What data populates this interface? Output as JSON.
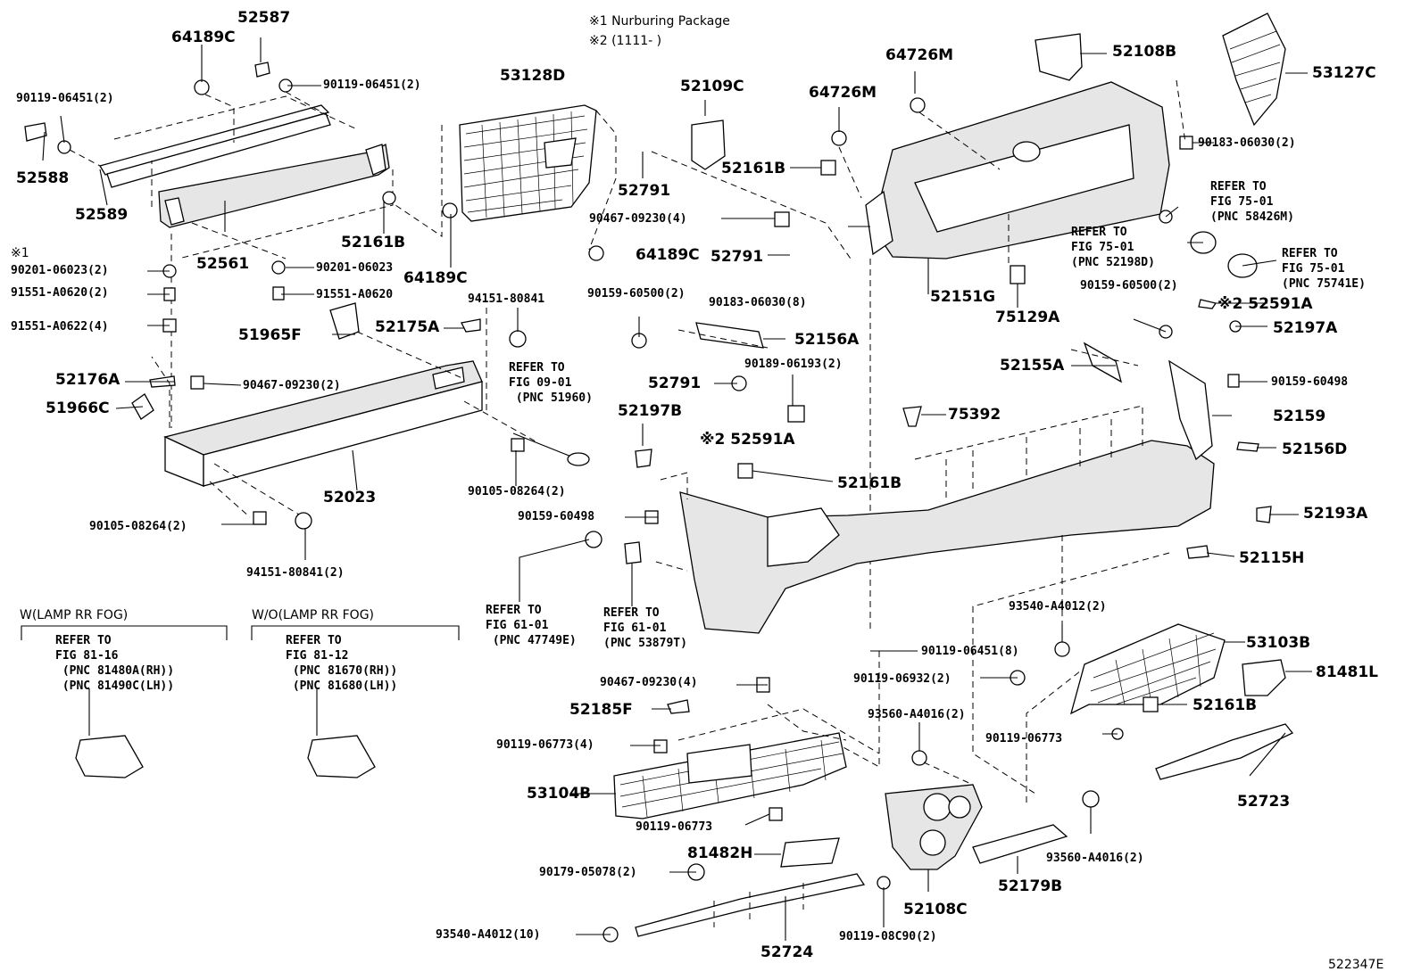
{
  "header": {
    "note1": "※1 Nurburing Package",
    "note2": "※2 (1111-       )"
  },
  "diagram_id": "522347E",
  "parts": [
    {
      "id": "p1",
      "label": "64189C",
      "sz": "lg"
    },
    {
      "id": "p2",
      "label": "52587",
      "sz": "lg"
    },
    {
      "id": "p3",
      "label": "90119-06451(2)",
      "sz": "sm"
    },
    {
      "id": "p4",
      "label": "90119-06451(2)",
      "sz": "sm"
    },
    {
      "id": "p5",
      "label": "52588",
      "sz": "lg"
    },
    {
      "id": "p6",
      "label": "52589",
      "sz": "lg"
    },
    {
      "id": "p7",
      "label": "52561",
      "sz": "lg"
    },
    {
      "id": "p8",
      "label": "53128D",
      "sz": "lg"
    },
    {
      "id": "p9",
      "label": "52161B",
      "sz": "lg"
    },
    {
      "id": "p10",
      "label": "64189C",
      "sz": "lg"
    },
    {
      "id": "p11",
      "label": "64189C",
      "sz": "lg"
    },
    {
      "id": "p12",
      "label": "90201-06023(2)",
      "sz": "sm"
    },
    {
      "id": "p13",
      "label": "90201-06023",
      "sz": "sm"
    },
    {
      "id": "p14",
      "label": "91551-A0620(2)",
      "sz": "sm"
    },
    {
      "id": "p15",
      "label": "91551-A0620",
      "sz": "sm"
    },
    {
      "id": "p16",
      "label": "91551-A0622(4)",
      "sz": "sm"
    },
    {
      "id": "p17",
      "label": "94151-80841",
      "sz": "sm"
    },
    {
      "id": "p18",
      "label": "51965F",
      "sz": "lg"
    },
    {
      "id": "p19",
      "label": "52175A",
      "sz": "lg"
    },
    {
      "id": "p20",
      "label": "52176A",
      "sz": "lg"
    },
    {
      "id": "p21",
      "label": "90467-09230(2)",
      "sz": "sm"
    },
    {
      "id": "p22",
      "label": "51966C",
      "sz": "lg"
    },
    {
      "id": "p23",
      "label": "52023",
      "sz": "lg"
    },
    {
      "id": "p24",
      "label": "90105-08264(2)",
      "sz": "sm"
    },
    {
      "id": "p25",
      "label": "90105-08264(2)",
      "sz": "sm"
    },
    {
      "id": "p26",
      "label": "94151-80841(2)",
      "sz": "sm"
    },
    {
      "id": "p27",
      "label": "52109C",
      "sz": "lg"
    },
    {
      "id": "p28",
      "label": "52791",
      "sz": "lg"
    },
    {
      "id": "p29",
      "label": "52161B",
      "sz": "lg"
    },
    {
      "id": "p30",
      "label": "64726M",
      "sz": "lg"
    },
    {
      "id": "p31",
      "label": "64726M",
      "sz": "lg"
    },
    {
      "id": "p32",
      "label": "52108B",
      "sz": "lg"
    },
    {
      "id": "p33",
      "label": "53127C",
      "sz": "lg"
    },
    {
      "id": "p34",
      "label": "90183-06030(2)",
      "sz": "sm"
    },
    {
      "id": "p35",
      "label": "90467-09230(4)",
      "sz": "sm"
    },
    {
      "id": "p36",
      "label": "52791",
      "sz": "lg"
    },
    {
      "id": "p37",
      "label": "52151G",
      "sz": "lg"
    },
    {
      "id": "p38",
      "label": "75129A",
      "sz": "lg"
    },
    {
      "id": "p39",
      "label": "90159-60500(2)",
      "sz": "sm"
    },
    {
      "id": "p40",
      "label": "90183-06030(8)",
      "sz": "sm"
    },
    {
      "id": "p41",
      "label": "52156A",
      "sz": "lg"
    },
    {
      "id": "p42",
      "label": "90189-06193(2)",
      "sz": "sm"
    },
    {
      "id": "p43",
      "label": "52791",
      "sz": "lg"
    },
    {
      "id": "p44",
      "label": "52197B",
      "sz": "lg"
    },
    {
      "id": "p45",
      "label": "75392",
      "sz": "lg"
    },
    {
      "id": "p46",
      "label": "90159-60500(2)",
      "sz": "sm"
    },
    {
      "id": "p47",
      "label": "※2 52591A",
      "sz": "lg"
    },
    {
      "id": "p48",
      "label": "52197A",
      "sz": "lg"
    },
    {
      "id": "p49",
      "label": "52155A",
      "sz": "lg"
    },
    {
      "id": "p50",
      "label": "90159-60498",
      "sz": "sm"
    },
    {
      "id": "p51",
      "label": "52159",
      "sz": "lg"
    },
    {
      "id": "p52",
      "label": "52156D",
      "sz": "lg"
    },
    {
      "id": "p53",
      "label": "※2 52591A",
      "sz": "lg"
    },
    {
      "id": "p54",
      "label": "52161B",
      "sz": "lg"
    },
    {
      "id": "p55",
      "label": "90159-60498",
      "sz": "sm"
    },
    {
      "id": "p56",
      "label": "52193A",
      "sz": "lg"
    },
    {
      "id": "p57",
      "label": "52115H",
      "sz": "lg"
    },
    {
      "id": "p58",
      "label": "93540-A4012(2)",
      "sz": "sm"
    },
    {
      "id": "p59",
      "label": "53103B",
      "sz": "lg"
    },
    {
      "id": "p60",
      "label": "90119-06451(8)",
      "sz": "sm"
    },
    {
      "id": "p61",
      "label": "81481L",
      "sz": "lg"
    },
    {
      "id": "p62",
      "label": "90119-06932(2)",
      "sz": "sm"
    },
    {
      "id": "p63",
      "label": "52161B",
      "sz": "lg"
    },
    {
      "id": "p64",
      "label": "90467-09230(4)",
      "sz": "sm"
    },
    {
      "id": "p65",
      "label": "52185F",
      "sz": "lg"
    },
    {
      "id": "p66",
      "label": "93560-A4016(2)",
      "sz": "sm"
    },
    {
      "id": "p67",
      "label": "90119-06773",
      "sz": "sm"
    },
    {
      "id": "p68",
      "label": "90119-06773(4)",
      "sz": "sm"
    },
    {
      "id": "p69",
      "label": "53104B",
      "sz": "lg"
    },
    {
      "id": "p70",
      "label": "52723",
      "sz": "lg"
    },
    {
      "id": "p71",
      "label": "90119-06773",
      "sz": "sm"
    },
    {
      "id": "p72",
      "label": "81482H",
      "sz": "lg"
    },
    {
      "id": "p73",
      "label": "93560-A4016(2)",
      "sz": "sm"
    },
    {
      "id": "p74",
      "label": "90179-05078(2)",
      "sz": "sm"
    },
    {
      "id": "p75",
      "label": "52179B",
      "sz": "lg"
    },
    {
      "id": "p76",
      "label": "52108C",
      "sz": "lg"
    },
    {
      "id": "p77",
      "label": "93540-A4012(10)",
      "sz": "sm"
    },
    {
      "id": "p78",
      "label": "90119-08C90(2)",
      "sz": "sm"
    },
    {
      "id": "p79",
      "label": "52724",
      "sz": "lg"
    }
  ],
  "references": [
    {
      "id": "r1",
      "text": "REFER TO\nFIG 09-01\n (PNC 51960)"
    },
    {
      "id": "r2",
      "text": "REFER TO\nFIG 75-01\n(PNC 58426M)"
    },
    {
      "id": "r3",
      "text": "REFER TO\nFIG 75-01\n(PNC 52198D)"
    },
    {
      "id": "r4",
      "text": "REFER TO\nFIG 75-01\n(PNC 75741E)"
    },
    {
      "id": "r5",
      "text": "REFER TO\nFIG 61-01\n (PNC 47749E)"
    },
    {
      "id": "r6",
      "text": "REFER TO\nFIG 61-01\n(PNC 53879T)"
    },
    {
      "id": "r7",
      "text": "REFER TO\nFIG 81-16\n (PNC 81480A(RH))\n (PNC 81490C(LH))"
    },
    {
      "id": "r8",
      "text": "REFER TO\nFIG 81-12\n (PNC 81670(RH))\n (PNC 81680(LH))"
    }
  ],
  "marks": [
    {
      "id": "m1",
      "text": "※1"
    }
  ],
  "groups": [
    {
      "id": "g1",
      "title": "W(LAMP RR FOG)"
    },
    {
      "id": "g2",
      "title": "W/O(LAMP RR FOG)"
    }
  ]
}
